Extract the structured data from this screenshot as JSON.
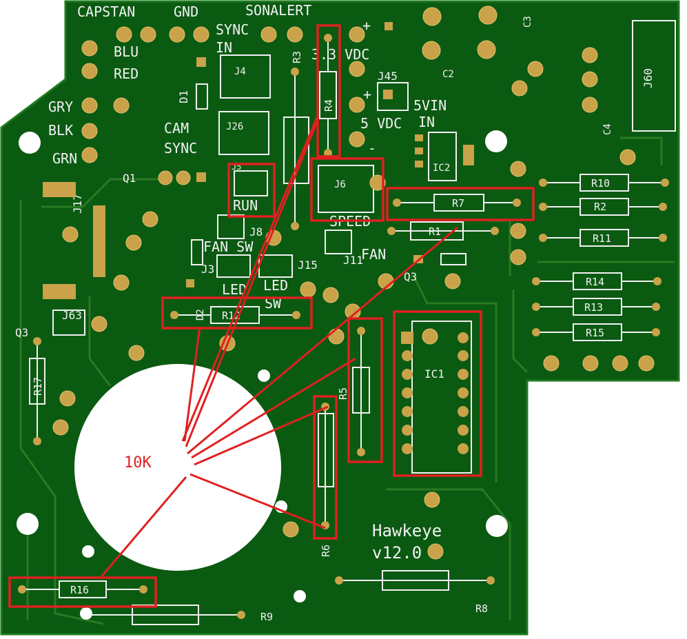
{
  "board": {
    "name_line1": "Hawkeye",
    "name_line2": "v12.0",
    "colors": {
      "pcb": "#0b5a12",
      "trace": "#2f7d24",
      "pad": "#c9a24a",
      "silkscreen": "#f2f2f2",
      "annotation": "#e02020",
      "cutout": "#ffffff"
    }
  },
  "labels": {
    "capstan": "CAPSTAN",
    "gnd": "GND",
    "sonalert": "SONALERT",
    "sync_in_1": "SYNC",
    "sync_in_2": "IN",
    "blu": "BLU",
    "red": "RED",
    "gry": "GRY",
    "blk": "BLK",
    "grn": "GRN",
    "cam_sync_1": "CAM",
    "cam_sync_2": "SYNC",
    "run": "RUN",
    "fan_sw": "FAN SW",
    "led": "LED",
    "led_sw_1": "LED",
    "led_sw_2": "SW",
    "speed": "SPEED",
    "fan": "FAN",
    "v33": "3.3 VDC",
    "v5": "5 VDC",
    "vin_1": "5VIN",
    "vin_2": "IN",
    "plus1": "+",
    "plus2": "+",
    "minus": "-",
    "q1": "Q1",
    "q3a": "Q3",
    "q3b": "Q3",
    "d1": "D1",
    "d2": "D2",
    "j3": "J3",
    "j4": "J4",
    "j5": "J5",
    "j6": "J6",
    "j8": "J8",
    "j11": "J11",
    "j15": "J15",
    "j17": "J17",
    "j26": "J26",
    "j45": "J45",
    "j60": "J60",
    "j63": "J63",
    "ic1": "IC1",
    "ic2": "IC2",
    "c2": "C2",
    "c3": "C3",
    "c4": "C4"
  },
  "resistors": {
    "r1": "R1",
    "r2": "R2",
    "r3": "R3",
    "r4": "R4",
    "r5": "R5",
    "r6": "R6",
    "r7": "R7",
    "r8": "R8",
    "r9": "R9",
    "r10": "R10",
    "r11": "R11",
    "r12": "R12",
    "r13": "R13",
    "r14": "R14",
    "r15": "R15",
    "r16": "R16",
    "r17": "R17"
  },
  "annotation": {
    "value": "10K",
    "highlighted": [
      "R4",
      "R7",
      "R12",
      "R5",
      "R6",
      "R16",
      "J5",
      "J6",
      "IC1"
    ]
  }
}
